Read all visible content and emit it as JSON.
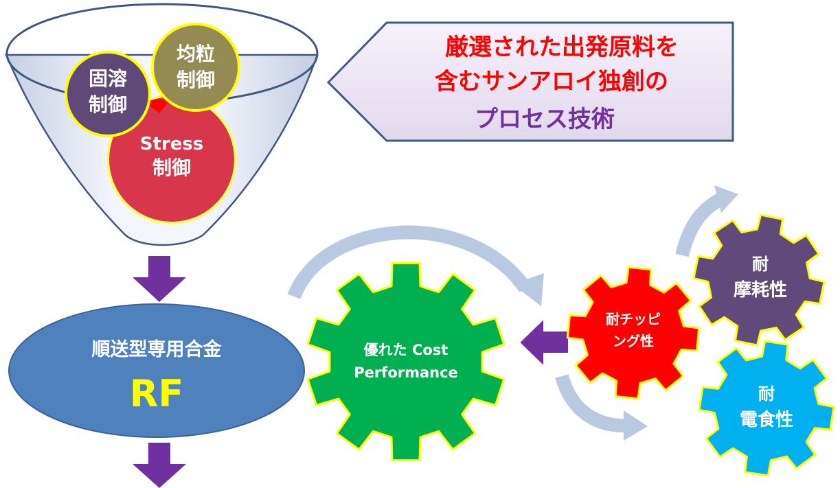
{
  "funnel": {
    "circles": {
      "solid_solution": {
        "line1": "固溶",
        "line2": "制御"
      },
      "uniform_grain": {
        "line1": "均粒",
        "line2": "制御"
      },
      "stress": {
        "line1": "Stress",
        "line2": "制御"
      }
    }
  },
  "callout": {
    "line1": "厳選された出発原料を",
    "line2": "含むサンアロイ独創の",
    "line3": "プロセス技術"
  },
  "product": {
    "title": "順送型専用合金",
    "name": "RF"
  },
  "gears": {
    "cost": {
      "line1": "優れた Cost",
      "line2": "Performance"
    },
    "chipping": {
      "line1": "耐チッピ",
      "line2": "ング性"
    },
    "wear": {
      "line1": "耐",
      "line2": "摩耗性"
    },
    "corrosion": {
      "line1": "耐",
      "line2": "電食性"
    }
  },
  "colors": {
    "callout_red": "#ff0000",
    "callout_purple": "#7030a0",
    "arrow_purple": "#7030a0",
    "ellipse_blue": "#4f81bd",
    "rf_yellow": "#ffff00",
    "gear_green": "#00b050",
    "gear_red": "#ff0000",
    "gear_purple": "#604a7b",
    "gear_cyan": "#00b0f0",
    "gear_outline": "#ffff00"
  }
}
